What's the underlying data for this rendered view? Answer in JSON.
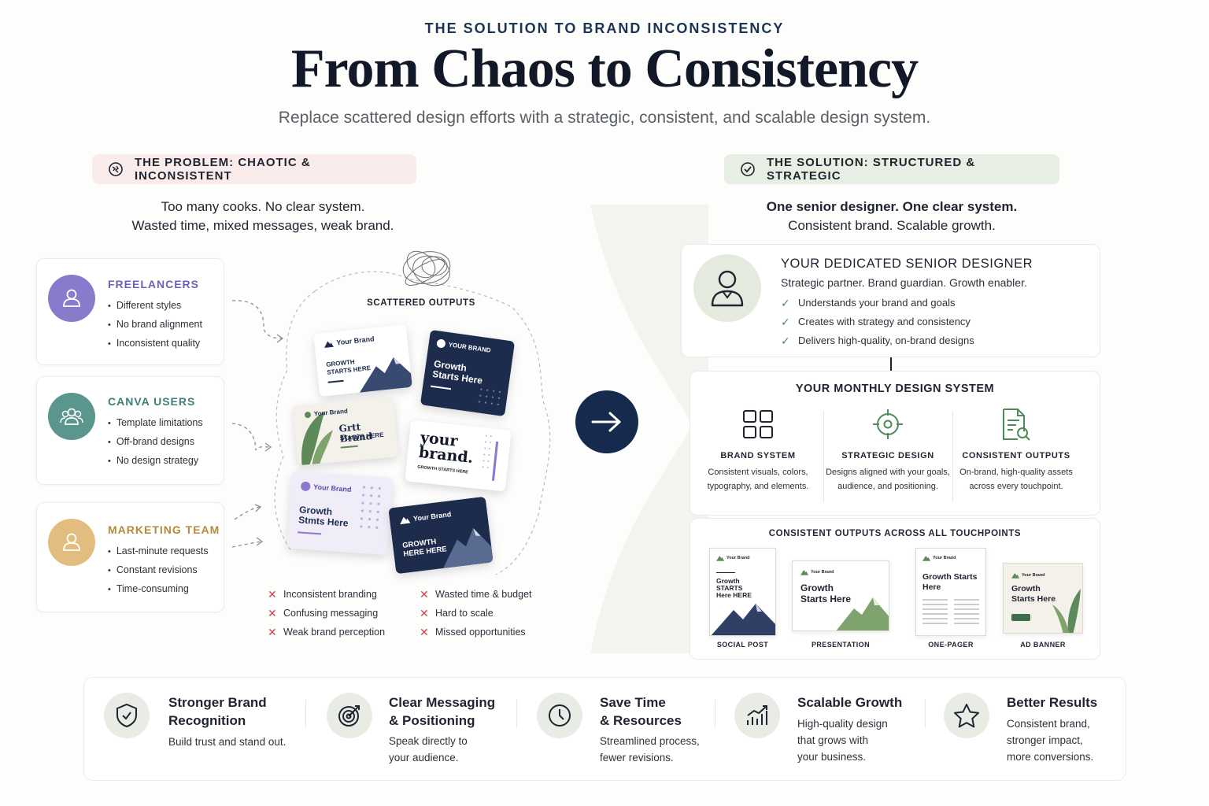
{
  "header": {
    "eyebrow": "THE SOLUTION TO BRAND INCONSISTENCY",
    "title": "From Chaos to Consistency",
    "subtitle": "Replace scattered design efforts with a strategic, consistent, and scalable design system."
  },
  "problem": {
    "pill": "THE PROBLEM: CHAOTIC & INCONSISTENT",
    "intro_line1": "Too many cooks. No clear system.",
    "intro_line2": "Wasted time, mixed messages, weak brand.",
    "cards": [
      {
        "title": "FREELANCERS",
        "color": "#7b6bc4",
        "items": [
          "Different styles",
          "No brand alignment",
          "Inconsistent quality"
        ]
      },
      {
        "title": "CANVA USERS",
        "color": "#4f8d85",
        "items": [
          "Template limitations",
          "Off-brand designs",
          "No design strategy"
        ]
      },
      {
        "title": "MARKETING TEAM",
        "color": "#c9a15e",
        "items": [
          "Last-minute requests",
          "Constant revisions",
          "Time-consuming"
        ]
      }
    ],
    "scatter_label": "SCATTERED OUTPUTS",
    "mockups": {
      "m1_brand": "Your Brand",
      "m1_head": "GROWTH STARTS HERE",
      "m2_brand": "YOUR BRAND",
      "m2_head": "Growth Starts Here",
      "m3_brand": "Your Brand",
      "m3_head": "Grtt Brand",
      "m3_sub": "STARTS HERE",
      "m4_head": "your brand.",
      "m4_sub": "GROWTH STARTS HERE",
      "m5_brand": "Your Brand",
      "m5_head": "Growth Stmts Here",
      "m6_brand": "Your Brand",
      "m6_head": "GROWTH HERE HERE"
    },
    "issues_left": [
      "Inconsistent branding",
      "Confusing messaging",
      "Weak brand perception"
    ],
    "issues_right": [
      "Wasted time & budget",
      "Hard to scale",
      "Missed opportunities"
    ]
  },
  "solution": {
    "pill": "THE SOLUTION: STRUCTURED & STRATEGIC",
    "intro_line1": "One senior designer. One clear system.",
    "intro_line2": "Consistent brand. Scalable growth.",
    "designer": {
      "title": "YOUR DEDICATED SENIOR DESIGNER",
      "subtitle": "Strategic partner. Brand guardian. Growth enabler.",
      "items": [
        "Understands your brand and goals",
        "Creates with strategy and consistency",
        "Delivers high-quality, on-brand designs"
      ]
    },
    "system": {
      "title": "YOUR MONTHLY DESIGN SYSTEM",
      "columns": [
        {
          "title": "BRAND SYSTEM",
          "desc": "Consistent visuals, colors, typography, and elements."
        },
        {
          "title": "STRATEGIC DESIGN",
          "desc": "Designs aligned with your goals, audience, and positioning."
        },
        {
          "title": "CONSISTENT OUTPUTS",
          "desc": "On-brand, high-quality assets across every touchpoint."
        }
      ]
    },
    "outputs": {
      "title": "CONSISTENT OUTPUTS ACROSS ALL TOUCHPOINTS",
      "brand_label": "Your Brand",
      "items": [
        {
          "label": "SOCIAL POST",
          "head": "Growth STARTS Here HERE"
        },
        {
          "label": "PRESENTATION",
          "head": "Growth Starts Here"
        },
        {
          "label": "ONE-PAGER",
          "head": "Growth Starts Here"
        },
        {
          "label": "AD BANNER",
          "head": "Growth Starts Here"
        }
      ]
    }
  },
  "benefits": [
    {
      "title1": "Stronger Brand",
      "title2": "Recognition",
      "desc1": "Build trust and stand out.",
      "desc2": "",
      "icon": "shield-check-icon"
    },
    {
      "title1": "Clear Messaging",
      "title2": "& Positioning",
      "desc1": "Speak directly to",
      "desc2": "your audience.",
      "icon": "target-icon"
    },
    {
      "title1": "Save Time",
      "title2": "& Resources",
      "desc1": "Streamlined process,",
      "desc2": "fewer revisions.",
      "icon": "clock-icon"
    },
    {
      "title1": "Scalable Growth",
      "title2": "",
      "desc1": "High-quality design",
      "desc2": "that grows with",
      "desc3": "your business.",
      "icon": "chart-growth-icon"
    },
    {
      "title1": "Better Results",
      "title2": "",
      "desc1": "Consistent brand,",
      "desc2": "stronger impact,",
      "desc3": "more conversions.",
      "icon": "star-icon"
    }
  ],
  "colors": {
    "navy": "#162a4d",
    "problem_bg": "#fbecec",
    "solution_bg": "#e7eee3",
    "error": "#d0414b",
    "success": "#4f8a5b"
  }
}
